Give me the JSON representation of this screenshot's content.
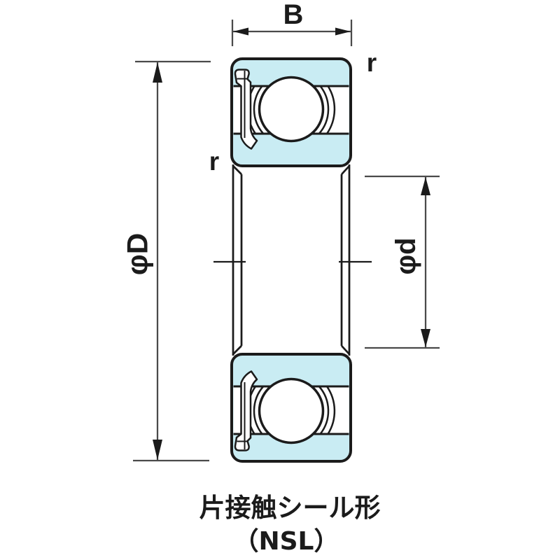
{
  "diagram": {
    "dimensions": {
      "width_label": "B",
      "outer_diameter_label": "φD",
      "bore_diameter_label": "φd",
      "corner_radius_left": "r",
      "corner_radius_right": "r"
    },
    "caption": {
      "line1": "片接触シール形",
      "line2": "（NSL）"
    },
    "colors": {
      "outline": "#1b1b1b",
      "dimension_line": "#4a4a4a",
      "ring_fill": "#c9ecf3",
      "ball_fill": "#ffffff",
      "background": "#ffffff"
    }
  }
}
